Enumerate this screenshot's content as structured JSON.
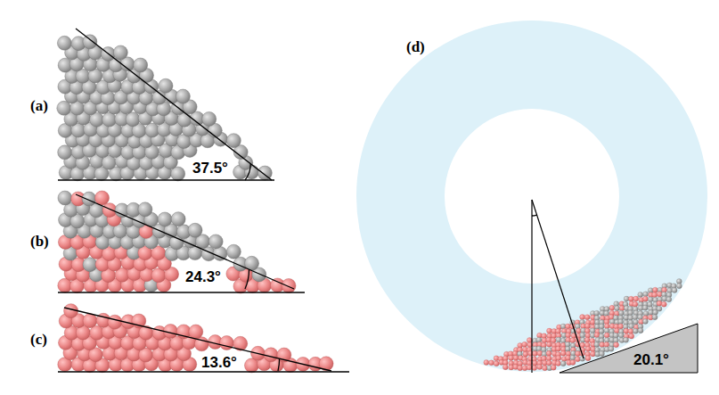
{
  "diagram": {
    "labels": [
      "(a)",
      "37.5°",
      "(b)",
      "24.3°",
      "(c)",
      "13.6°",
      "(d)",
      "20.1°"
    ]
  }
}
